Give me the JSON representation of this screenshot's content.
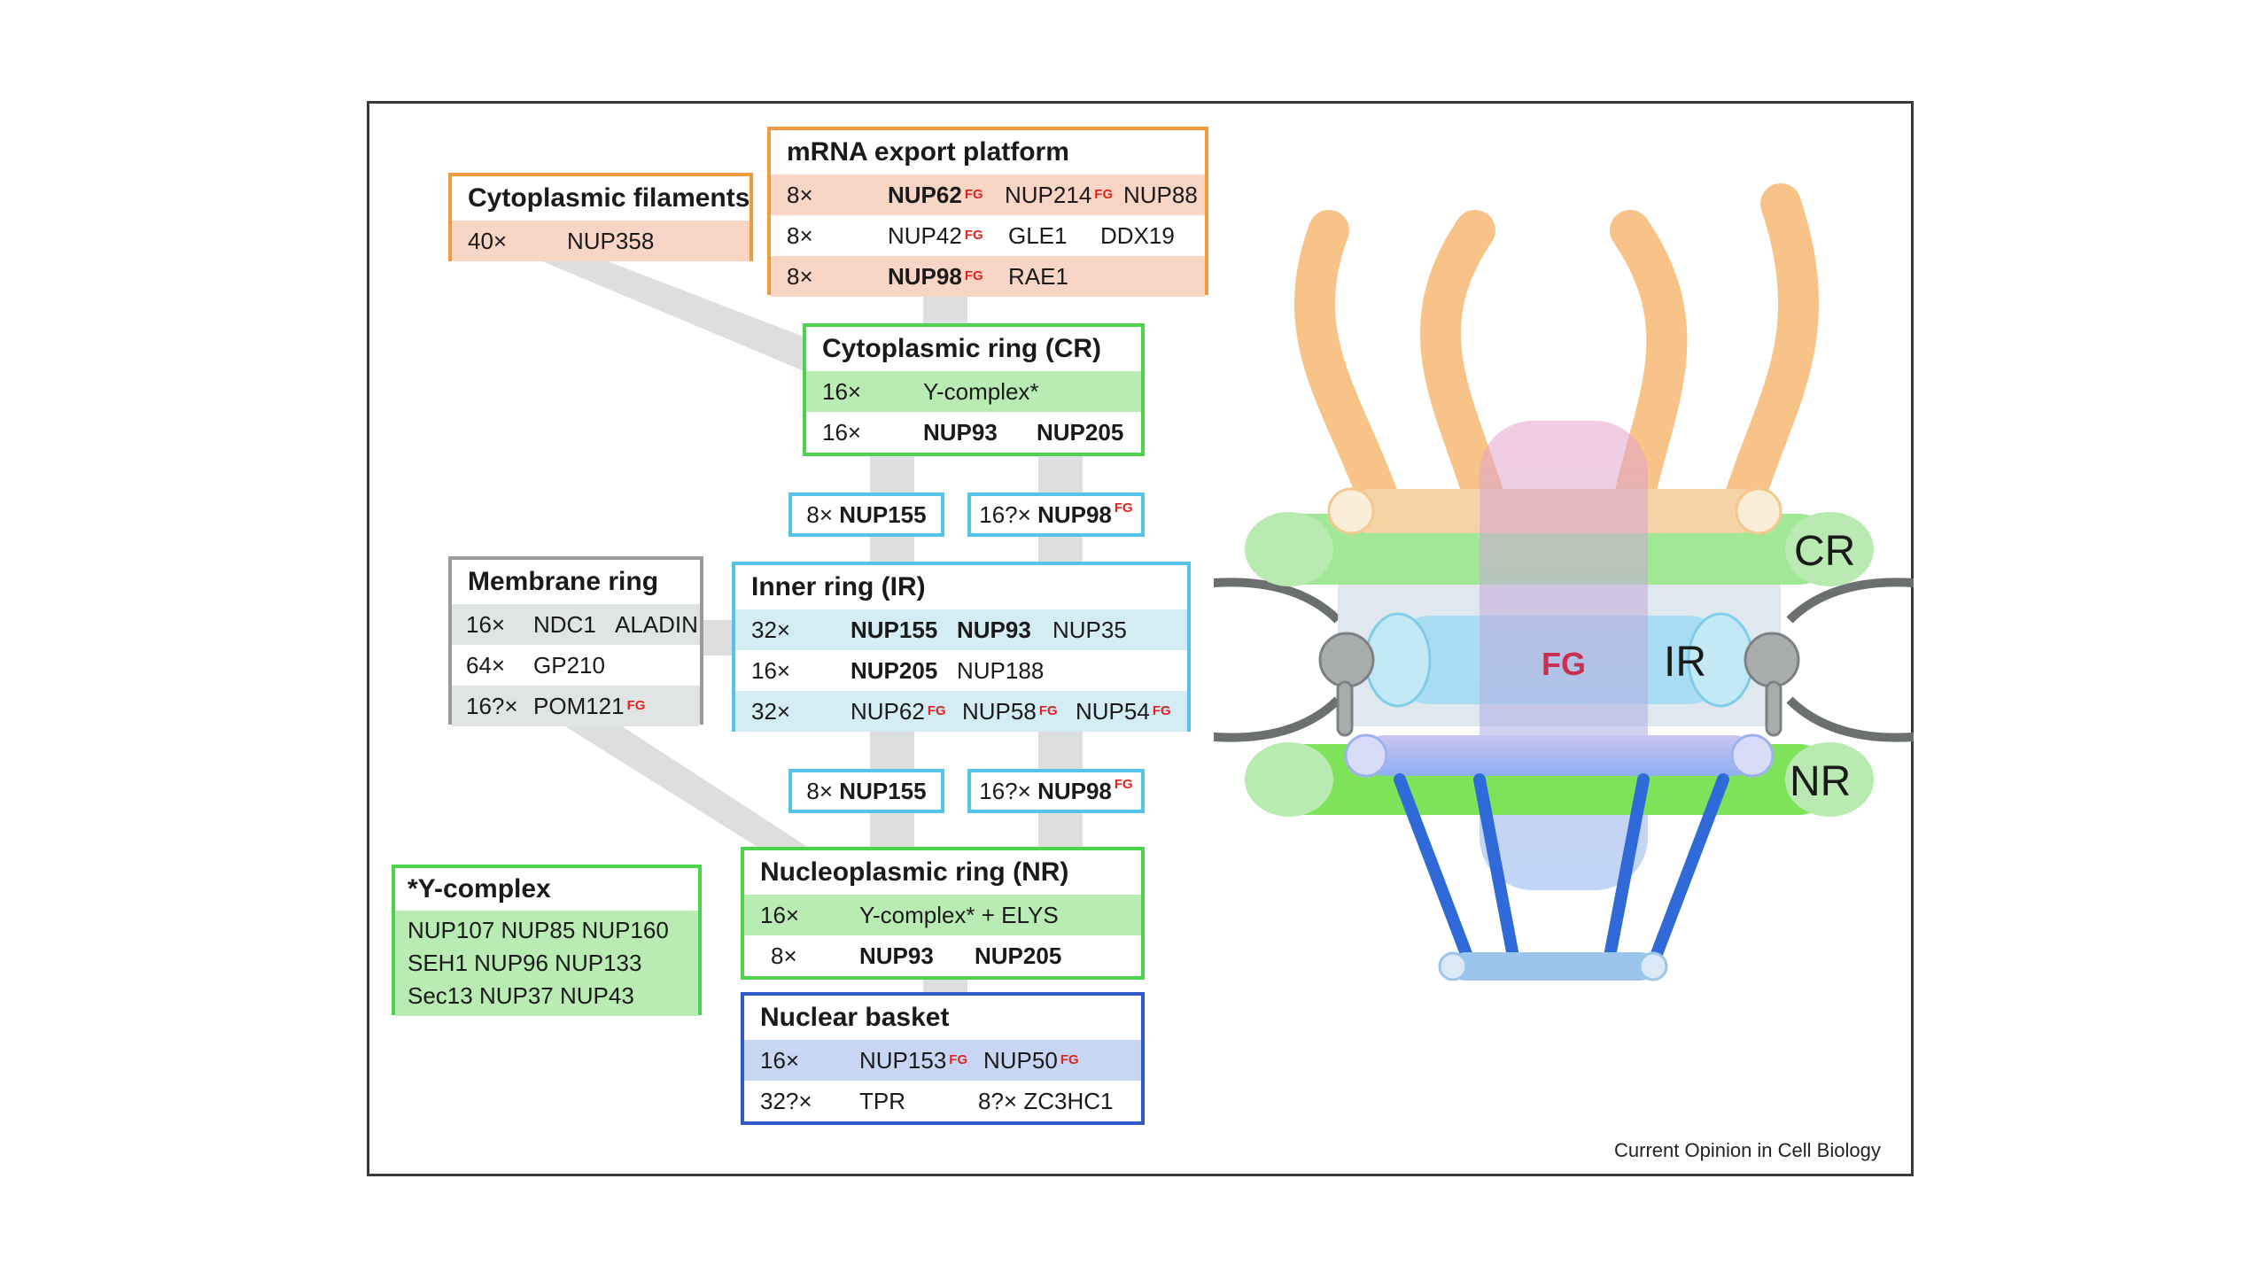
{
  "cytoplasmic_filaments": {
    "title": "Cytoplasmic filaments",
    "rows": [
      {
        "count": "40×",
        "items": [
          "NUP358"
        ]
      }
    ]
  },
  "mrna_export": {
    "title": "mRNA export platform",
    "rows": [
      {
        "count": "8×",
        "items": [
          "NUP62",
          "NUP214",
          "NUP88"
        ]
      },
      {
        "count": "8×",
        "items": [
          "NUP42",
          "GLE1",
          "DDX19"
        ]
      },
      {
        "count": "8×",
        "items": [
          "NUP98",
          "RAE1"
        ]
      }
    ]
  },
  "cytoplasmic_ring": {
    "title": "Cytoplasmic ring (CR)",
    "rows": [
      {
        "count": "16×",
        "items": [
          "Y-complex*"
        ]
      },
      {
        "count": "16×",
        "items": [
          "NUP93",
          "NUP205"
        ]
      }
    ]
  },
  "pills_top": [
    {
      "count": "8×",
      "name": "NUP155"
    },
    {
      "count": "16?×",
      "name": "NUP98"
    }
  ],
  "membrane_ring": {
    "title": "Membrane ring",
    "rows": [
      {
        "count": "16×",
        "items": [
          "NDC1",
          "ALADIN"
        ]
      },
      {
        "count": "64×",
        "items": [
          "GP210"
        ]
      },
      {
        "count": "16?×",
        "items": [
          "POM121"
        ]
      }
    ]
  },
  "inner_ring": {
    "title": "Inner ring (IR)",
    "rows": [
      {
        "count": "32×",
        "items": [
          "NUP155",
          "NUP93",
          "NUP35"
        ]
      },
      {
        "count": "16×",
        "items": [
          "NUP205",
          "NUP188"
        ]
      },
      {
        "count": "32×",
        "items": [
          "NUP62",
          "NUP58",
          "NUP54"
        ]
      }
    ]
  },
  "pills_bottom": [
    {
      "count": "8×",
      "name": "NUP155"
    },
    {
      "count": "16?×",
      "name": "NUP98"
    }
  ],
  "y_complex": {
    "title": "*Y-complex",
    "lines": [
      "NUP107  NUP85  NUP160",
      "SEH1  NUP96  NUP133",
      "Sec13  NUP37  NUP43"
    ]
  },
  "nucleoplasmic_ring": {
    "title": "Nucleoplasmic ring (NR)",
    "rows": [
      {
        "count": "16×",
        "items": [
          "Y-complex* + ELYS"
        ]
      },
      {
        "count": "8×",
        "items": [
          "NUP93",
          "NUP205"
        ]
      }
    ]
  },
  "nuclear_basket": {
    "title": "Nuclear basket",
    "rows": [
      {
        "count": "16×",
        "items": [
          "NUP153",
          "NUP50"
        ]
      },
      {
        "count": "32?×",
        "items": [
          "TPR",
          "8?× ZC3HC1"
        ]
      }
    ]
  },
  "fg_label": "FG",
  "pore_labels": {
    "cr": "CR",
    "ir": "IR",
    "nr": "NR",
    "fg": "FG"
  },
  "credit": "Current Opinion in Cell Biology",
  "colors": {
    "orange": "#f4993f",
    "green": "#4dd24b",
    "cyan": "#56c4e8",
    "gray": "#9a9a9a",
    "blue": "#3158c7",
    "fg_red": "#e0231e"
  }
}
